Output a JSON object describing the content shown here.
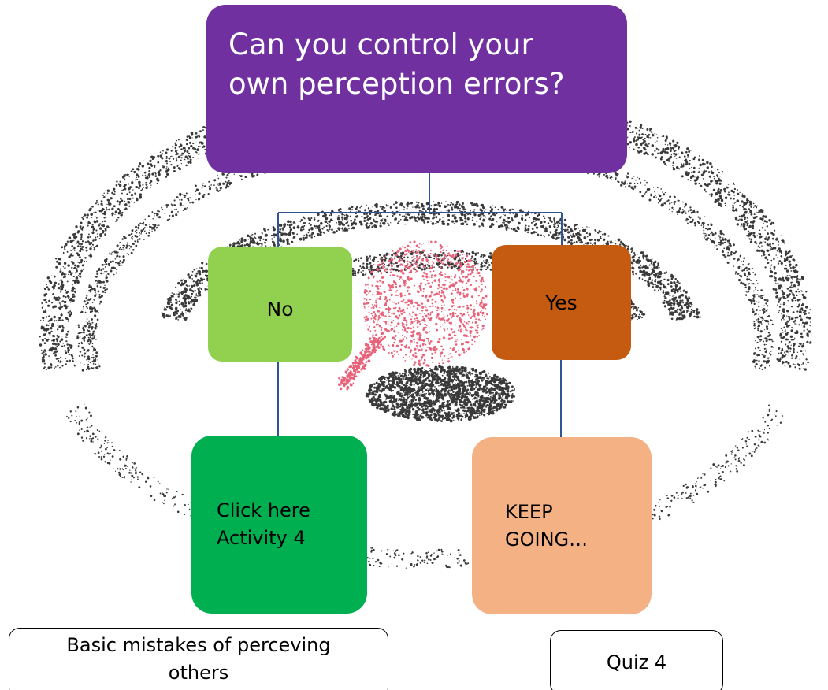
{
  "question": {
    "line1": "Can you control your",
    "line2": "own perception errors?"
  },
  "answers": {
    "no": "No",
    "yes": "Yes"
  },
  "actions": {
    "activity_line1": "Click here",
    "activity_line2": "Activity 4",
    "keep_going_line1": "KEEP",
    "keep_going_line2": "GOING…"
  },
  "links": {
    "mistakes_line1": "Basic mistakes of perceving",
    "mistakes_line2": "others",
    "quiz": "Quiz 4"
  },
  "colors": {
    "question": "#7030a0",
    "no": "#92d050",
    "yes": "#c55a11",
    "activity": "#00b050",
    "keep_going": "#f4b183",
    "connector": "#2f5597",
    "stipple": "#3a3a3a",
    "stipple_accent": "#e8627a"
  }
}
